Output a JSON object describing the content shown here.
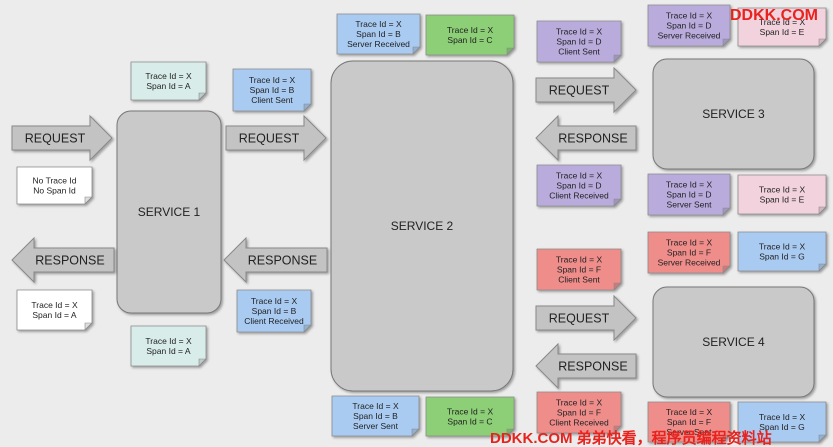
{
  "colors": {
    "service_fill": "#c9c9c9",
    "arrow_fill": "#c3c3c3",
    "note_white": "#ffffff",
    "note_teal": "#d8ede9",
    "note_blue": "#a9cbf2",
    "note_green": "#8ccf77",
    "note_purple": "#b9acdd",
    "note_pink": "#f2d3dd",
    "note_red": "#ef8d8b",
    "watermark": "#e8231e"
  },
  "services": [
    {
      "id": "s1",
      "label": "SERVICE 1"
    },
    {
      "id": "s2",
      "label": "SERVICE 2"
    },
    {
      "id": "s3",
      "label": "SERVICE 3"
    },
    {
      "id": "s4",
      "label": "SERVICE 4"
    }
  ],
  "arrows": [
    {
      "id": "a1",
      "label": "REQUEST"
    },
    {
      "id": "a2",
      "label": "RESPONSE"
    },
    {
      "id": "a3",
      "label": "REQUEST"
    },
    {
      "id": "a4",
      "label": "RESPONSE"
    },
    {
      "id": "a5",
      "label": "REQUEST"
    },
    {
      "id": "a6",
      "label": "RESPONSE"
    },
    {
      "id": "a7",
      "label": "REQUEST"
    },
    {
      "id": "a8",
      "label": "RESPONSE"
    }
  ],
  "notes": [
    {
      "id": "n1",
      "color": "white",
      "lines": [
        "No Trace Id",
        "No Span Id"
      ]
    },
    {
      "id": "n2",
      "color": "white",
      "lines": [
        "Trace Id = X",
        "Span Id = A"
      ]
    },
    {
      "id": "n3",
      "color": "teal",
      "lines": [
        "Trace Id = X",
        "Span Id = A"
      ]
    },
    {
      "id": "n4",
      "color": "teal",
      "lines": [
        "Trace Id = X",
        "Span Id = A"
      ]
    },
    {
      "id": "n5",
      "color": "blue",
      "lines": [
        "Trace Id = X",
        "Span Id = B",
        "Client Sent"
      ]
    },
    {
      "id": "n6",
      "color": "blue",
      "lines": [
        "Trace Id = X",
        "Span Id = B",
        "Client Received"
      ]
    },
    {
      "id": "n7",
      "color": "blue",
      "lines": [
        "Trace Id = X",
        "Span Id = B",
        "Server Received"
      ]
    },
    {
      "id": "n8",
      "color": "green",
      "lines": [
        "Trace Id = X",
        "Span Id = C"
      ]
    },
    {
      "id": "n9",
      "color": "blue",
      "lines": [
        "Trace Id = X",
        "Span Id = B",
        "Server Sent"
      ]
    },
    {
      "id": "n10",
      "color": "green",
      "lines": [
        "Trace Id = X",
        "Span Id = C"
      ]
    },
    {
      "id": "n11",
      "color": "purple",
      "lines": [
        "Trace Id = X",
        "Span Id = D",
        "Client Sent"
      ]
    },
    {
      "id": "n12",
      "color": "purple",
      "lines": [
        "Trace Id = X",
        "Span Id = D",
        "Server Received"
      ]
    },
    {
      "id": "n13",
      "color": "pink",
      "lines": [
        "Trace Id = X",
        "Span Id = E"
      ]
    },
    {
      "id": "n14",
      "color": "purple",
      "lines": [
        "Trace Id = X",
        "Span Id = D",
        "Client Received"
      ]
    },
    {
      "id": "n15",
      "color": "purple",
      "lines": [
        "Trace Id = X",
        "Span Id = D",
        "Server Sent"
      ]
    },
    {
      "id": "n16",
      "color": "pink",
      "lines": [
        "Trace Id = X",
        "Span Id = E"
      ]
    },
    {
      "id": "n17",
      "color": "red",
      "lines": [
        "Trace Id = X",
        "Span Id = F",
        "Client Sent"
      ]
    },
    {
      "id": "n18",
      "color": "red",
      "lines": [
        "Trace Id = X",
        "Span Id = F",
        "Server Received"
      ]
    },
    {
      "id": "n19",
      "color": "blue",
      "lines": [
        "Trace Id = X",
        "Span Id = G"
      ]
    },
    {
      "id": "n20",
      "color": "red",
      "lines": [
        "Trace Id = X",
        "Span Id = F",
        "Client Received"
      ]
    },
    {
      "id": "n21",
      "color": "red",
      "lines": [
        "Trace Id = X",
        "Span Id = F",
        "Server Sent"
      ]
    },
    {
      "id": "n22",
      "color": "blue",
      "lines": [
        "Trace Id = X",
        "Span Id = G"
      ]
    }
  ],
  "watermarks": {
    "top": "DDKK.COM",
    "bottom": "DDKK.COM 弟弟快看，程序员编程资料站"
  }
}
